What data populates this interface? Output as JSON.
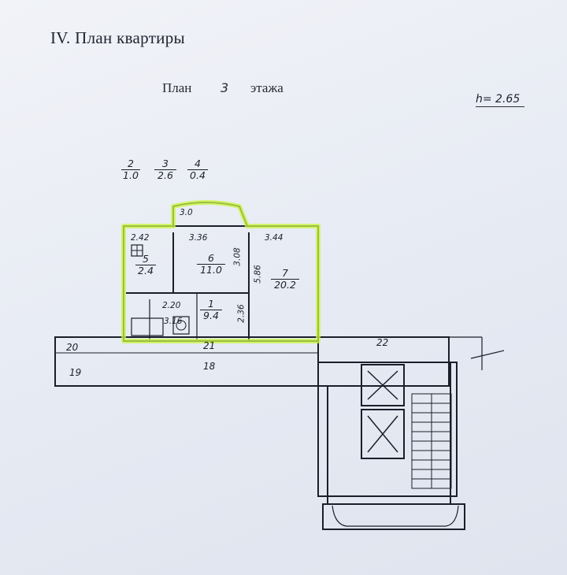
{
  "document": {
    "title": "IV. План квартиры",
    "plan_word": "План",
    "floor_number": "3",
    "floor_word": "этажа",
    "ceiling_height": "h=  2.65"
  },
  "balconies_legend": [
    {
      "number": "2",
      "area": "1.0"
    },
    {
      "number": "3",
      "area": "2.6"
    },
    {
      "number": "4",
      "area": "0.4"
    }
  ],
  "rooms": [
    {
      "number": "5",
      "area": "2.4"
    },
    {
      "number": "6",
      "area": "11.0"
    },
    {
      "number": "7",
      "area": "20.2"
    },
    {
      "number": "1",
      "area": "9.4"
    }
  ],
  "dimensions": {
    "balcony_width": "3.0",
    "room5_width": "2.42",
    "room6_width": "3.36",
    "room7_width": "3.44",
    "room6_depth": "3.08",
    "room6_depth_right": "5.86",
    "hall_width": "2.20",
    "hall_length": "3.16",
    "hall_depth": "2.36"
  },
  "corridor_labels": {
    "left_top": "20",
    "left_bottom": "19",
    "center": "18",
    "center_top": "21",
    "right": "22"
  },
  "colors": {
    "highlight": "#c9f542",
    "ink": "#1b1f2b",
    "paper": "#e9edf5"
  }
}
